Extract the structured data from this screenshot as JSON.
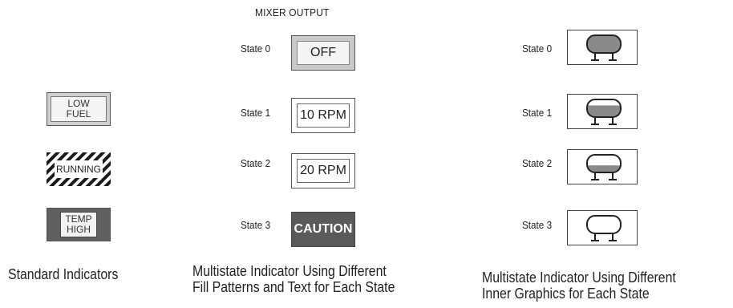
{
  "mixer_output_title": "MIXER OUTPUT",
  "standard_indicators": {
    "items": [
      {
        "label": "LOW\nFUEL",
        "style": "light-gray"
      },
      {
        "label": "RUNNING",
        "style": "hatched"
      },
      {
        "label": "TEMP\nHIGH",
        "style": "dark-gray"
      }
    ],
    "caption": "Standard Indicators"
  },
  "text_multistate": {
    "states": [
      {
        "state_label": "State 0",
        "text": "OFF"
      },
      {
        "state_label": "State 1",
        "text": "10 RPM"
      },
      {
        "state_label": "State 2",
        "text": "20 RPM"
      },
      {
        "state_label": "State 3",
        "text": "CAUTION"
      }
    ],
    "caption_line1": "Multistate Indicator Using Different",
    "caption_line2": "Fill Patterns and Text for Each State"
  },
  "graphic_multistate": {
    "states": [
      {
        "state_label": "State 0",
        "fill_level": 1.0
      },
      {
        "state_label": "State 1",
        "fill_level": 0.66
      },
      {
        "state_label": "State 2",
        "fill_level": 0.4
      },
      {
        "state_label": "State 3",
        "fill_level": 0.0
      }
    ],
    "caption_line1": "Multistate Indicator Using Different",
    "caption_line2": "Inner Graphics for Each State"
  },
  "colors": {
    "light_fill": "#c9c9c9",
    "dark_fill": "#5a5a5a",
    "tank_fill": "#8a8a8a",
    "outline": "#222222"
  }
}
